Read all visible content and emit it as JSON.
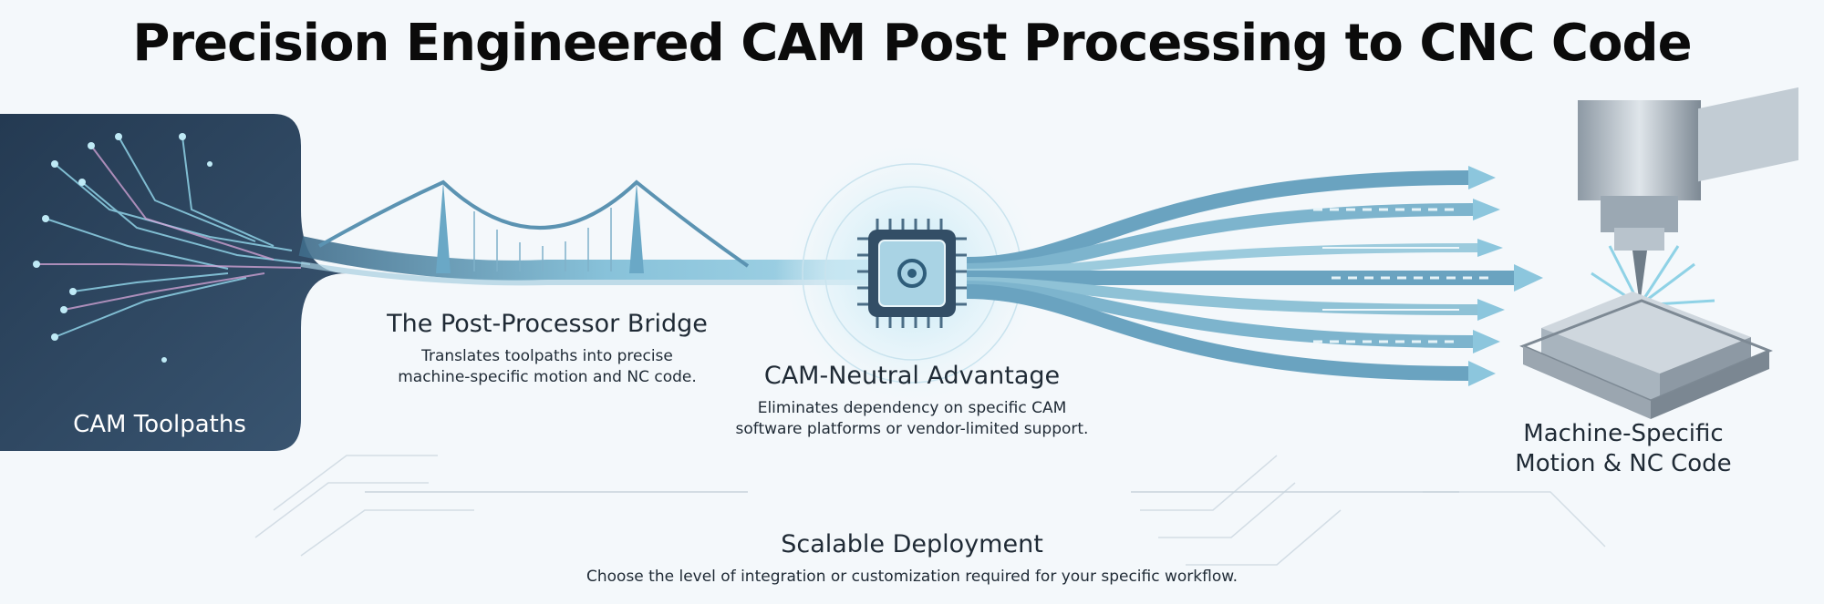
{
  "title": "Precision Engineered CAM Post Processing to CNC Code",
  "nodes": {
    "cam_toolpaths": {
      "label": "CAM Toolpaths"
    },
    "bridge": {
      "heading": "The Post-Processor Bridge",
      "body_line1": "Translates toolpaths into precise",
      "body_line2": "machine-specific motion and NC code."
    },
    "neutral": {
      "heading": "CAM-Neutral Advantage",
      "body_line1": "Eliminates dependency on specific CAM",
      "body_line2": "software platforms or vendor-limited support."
    },
    "machine": {
      "label_line1": "Machine-Specific",
      "label_line2": "Motion & NC Code"
    },
    "deployment": {
      "heading": "Scalable Deployment",
      "body": "Choose the level of integration or customization required for your specific workflow."
    }
  },
  "icons": [
    "circuit-traces-icon",
    "suspension-bridge-icon",
    "processor-chip-icon",
    "data-stream-arrows-icon",
    "cnc-spindle-icon"
  ],
  "colors": {
    "panel": "#2c4660",
    "accent": "#5aa9c9",
    "text": "#1f2a35"
  }
}
